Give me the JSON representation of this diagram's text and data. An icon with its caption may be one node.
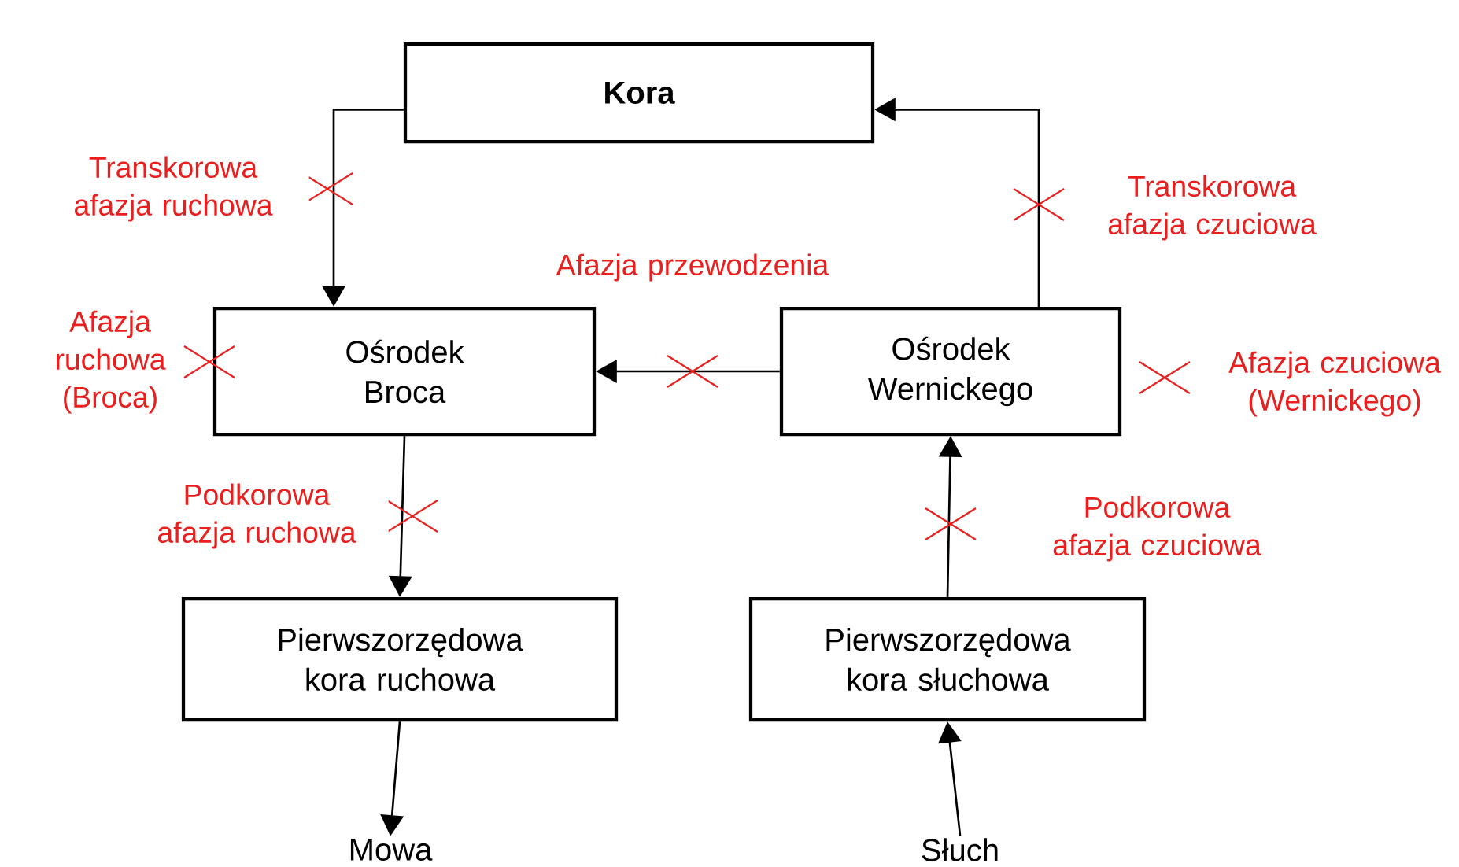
{
  "diagram": {
    "nodes": [
      {
        "text": [
          "Kora"
        ]
      },
      {
        "text": [
          "Ośrodek Broca"
        ],
        "beside": [
          "Afazja ruchowa (Broca)"
        ]
      },
      {
        "text": [
          "Ośrodek Wernickego"
        ],
        "beside": [
          "Afazja czuciowa (Wernickego)"
        ]
      },
      {
        "text": [
          "Pierwszorzędowa kora ruchowa"
        ]
      },
      {
        "text": [
          "Pierwszorzędowa kora słuchowa"
        ]
      },
      {
        "text": [
          "Mowa"
        ]
      },
      {
        "text": [
          "Słuch"
        ]
      }
    ],
    "edges": [
      {
        "from": 0,
        "to": 1,
        "arrow": "to",
        "label": "Transkorowa afazja ruchowa"
      },
      {
        "from": 2,
        "to": 0,
        "arrow": "to",
        "label": "Transkorowa afazja czuciowa"
      },
      {
        "from": 2,
        "to": 1,
        "arrow": "to",
        "label": "Afazja przewodzenia"
      },
      {
        "from": 1,
        "to": 3,
        "arrow": "to",
        "label": "Podkorowa afazja ruchowa"
      },
      {
        "from": 4,
        "to": 2,
        "arrow": "to",
        "label": "Podkorowa afazja czuciowa"
      },
      {
        "from": 3,
        "to": 5,
        "arrow": "to"
      },
      {
        "from": 6,
        "to": 4,
        "arrow": "to"
      }
    ]
  }
}
